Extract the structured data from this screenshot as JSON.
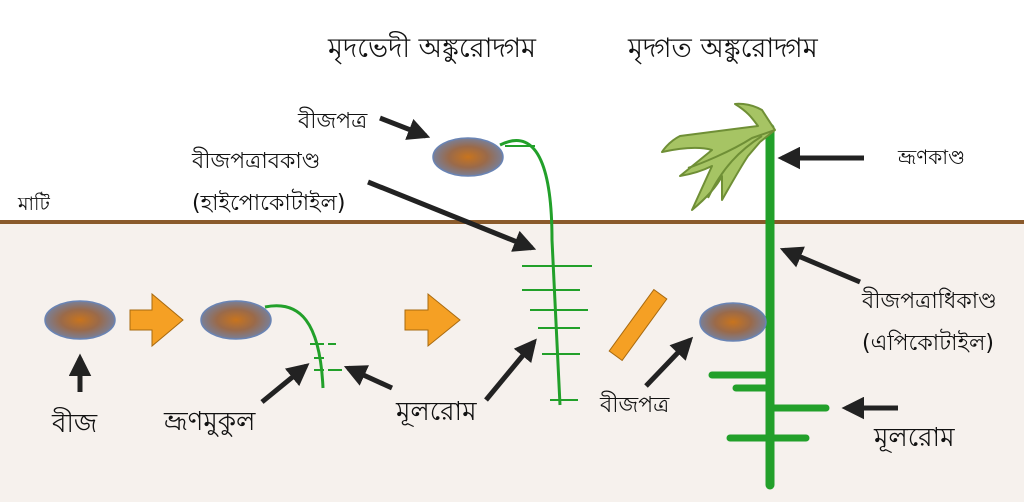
{
  "headings": {
    "epigeal": "মৃদভেদী অঙ্কুরোদ্গম",
    "hypogeal": "মৃদ্গত অঙ্কুরোদ্গম"
  },
  "labels": {
    "soil": "মাটি",
    "seed": "বীজ",
    "radicle": "ভ্রূণমুকুল",
    "root_hairs_left": "মূলরোম",
    "cotyledon_top": "বীজপত্র",
    "hypocotyl": "বীজপত্রাবকাণ্ড",
    "hypocotyl_sci": "(হাইপোকোটাইল)",
    "plumule_stem": "ভ্রূণকাণ্ড",
    "epicotyl": "বীজপত্রাধিকাণ্ড",
    "epicotyl_sci": "(এপিকোটাইল)",
    "cotyledon_bottom": "বীজপত্র",
    "root_hairs_right": "মূলরোম"
  },
  "colors": {
    "soil": "#f6f1ed",
    "soil_line": "#8a5a2b",
    "stem": "#22a02a",
    "leaf": "#a6c464",
    "leaf_stroke": "#6f8f36",
    "arrow_orange": "#f5a024",
    "arrow_dark": "#222222",
    "seed_edge": "#6a84b4",
    "seed_center": "#c8741e"
  }
}
